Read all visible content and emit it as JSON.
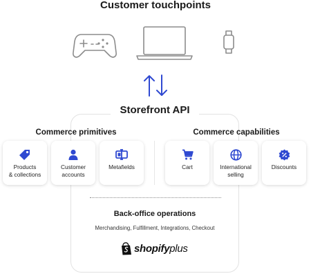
{
  "touchpoints": {
    "title": "Customer touchpoints",
    "devices": [
      "gamepad-icon",
      "laptop-icon",
      "smartwatch-icon"
    ]
  },
  "api": {
    "title": "Storefront API"
  },
  "primitives": {
    "heading": "Commerce primitives",
    "cards": [
      {
        "label": "Products\n& collections",
        "icon": "tag-icon"
      },
      {
        "label": "Customer\naccounts",
        "icon": "person-icon"
      },
      {
        "label": "Metafields",
        "icon": "metafields-icon"
      }
    ]
  },
  "capabilities": {
    "heading": "Commerce capabilities",
    "cards": [
      {
        "label": "Cart",
        "icon": "cart-icon"
      },
      {
        "label": "International\nselling",
        "icon": "globe-icon"
      },
      {
        "label": "Discounts",
        "icon": "discount-badge-icon"
      }
    ]
  },
  "back_office": {
    "title": "Back-office operations",
    "subtitle": "Merchandising, Fulfillment, Integrations, Checkout"
  },
  "logo": {
    "word": "shopify",
    "suffix": "plus"
  },
  "colors": {
    "accent": "#2f49d1",
    "device": "#8c8c8c",
    "text": "#1a1a1a"
  }
}
